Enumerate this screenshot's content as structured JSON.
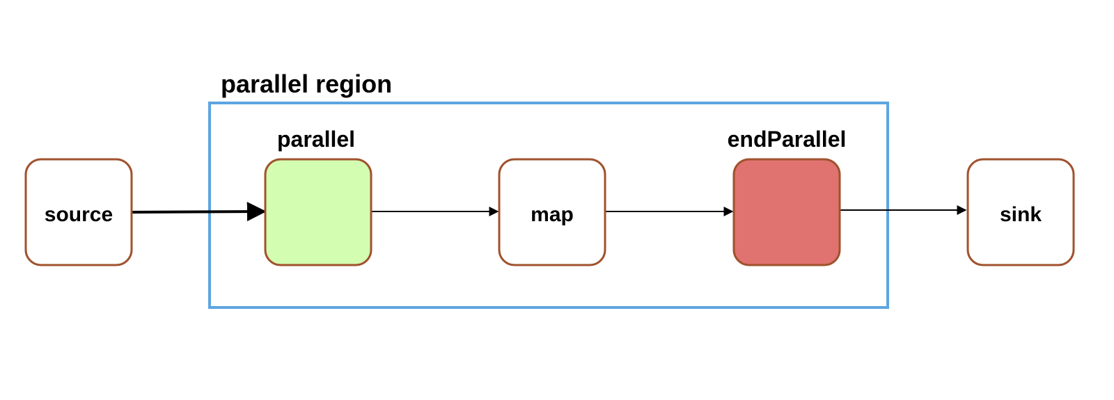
{
  "diagram": {
    "region_label": "parallel region",
    "nodes": {
      "source": {
        "label": "source"
      },
      "parallel": {
        "caption": "parallel",
        "label": ""
      },
      "map": {
        "label": "map"
      },
      "end_parallel": {
        "caption": "endParallel",
        "label": ""
      },
      "sink": {
        "label": "sink"
      }
    },
    "colors": {
      "node_border": "#A0522D",
      "region_border": "#5DA5E0",
      "parallel_fill": "#D3FDB1",
      "end_parallel_fill": "#E07270",
      "plain_fill": "#FFFFFF",
      "edge": "#000000"
    }
  }
}
